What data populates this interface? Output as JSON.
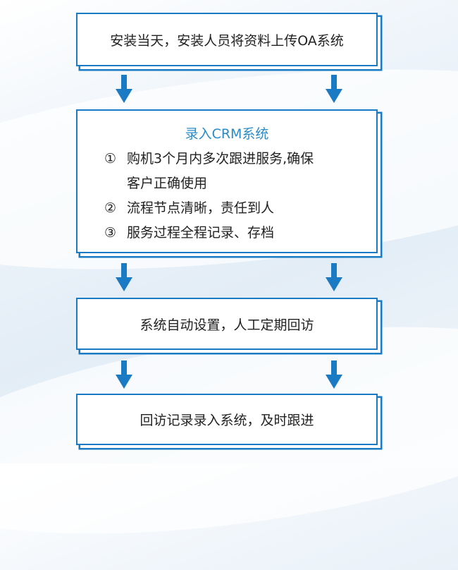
{
  "steps": [
    {
      "text": "安装当天，安装人员将资料上传OA系统"
    },
    {
      "title": "录入CRM系统",
      "items": [
        {
          "num": "①",
          "lines": [
            "购机3个月内多次跟进服务,确保",
            "客户正确使用"
          ]
        },
        {
          "num": "②",
          "lines": [
            "流程节点清晰，责任到人"
          ]
        },
        {
          "num": "③",
          "lines": [
            "服务过程全程记录、存档"
          ]
        }
      ]
    },
    {
      "text": "系统自动设置，人工定期回访"
    },
    {
      "text": "回访记录录入系统，及时跟进"
    }
  ],
  "colors": {
    "accent": "#1a7bc4",
    "title": "#2a8bc6"
  }
}
